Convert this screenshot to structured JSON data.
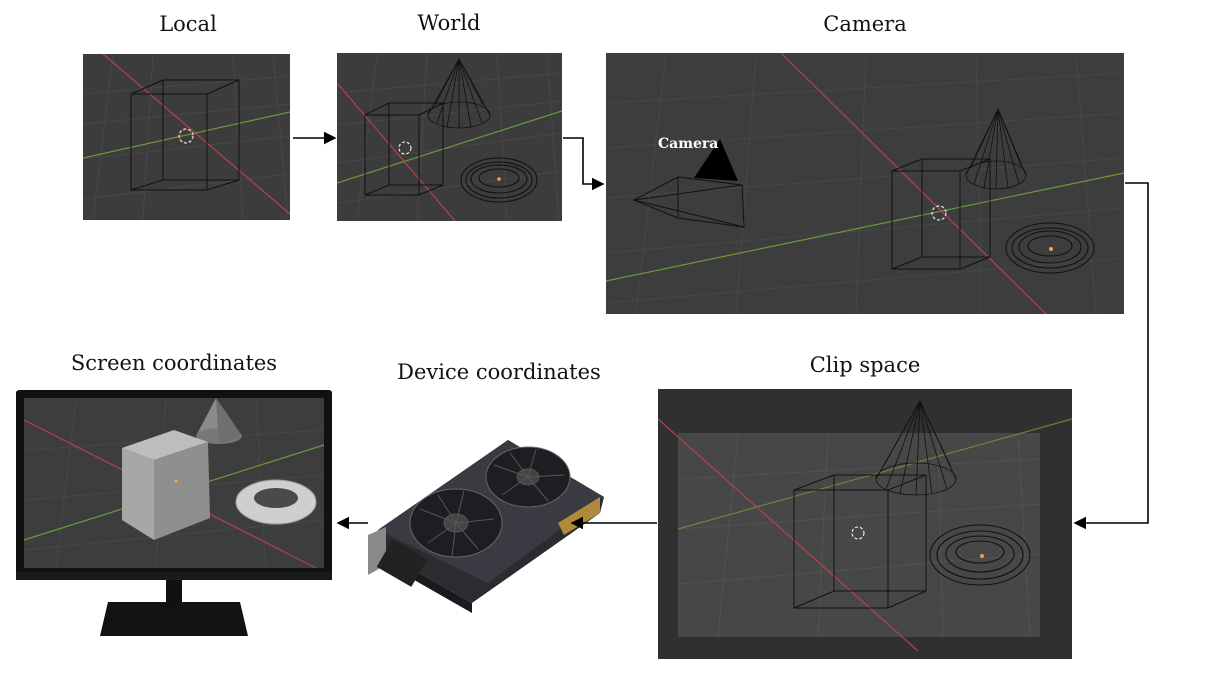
{
  "stages": {
    "local": "Local",
    "world": "World",
    "camera": "Camera",
    "clip": "Clip space",
    "device": "Device coordinates",
    "screen": "Screen coordinates"
  },
  "camera_object_label": "Camera",
  "colors": {
    "viewport_bg": "#3d3d3d",
    "grid_line": "#4a4a4a",
    "x_axis": "#b5414e",
    "y_axis": "#6a9a3a",
    "wire": "#111111",
    "origin": "#f0a34a",
    "arrow": "#000000"
  },
  "icons": [
    "wireframe-cube-icon",
    "wireframe-cone-icon",
    "wireframe-torus-icon",
    "camera-frustum-icon",
    "monitor-icon",
    "graphics-card-icon"
  ]
}
